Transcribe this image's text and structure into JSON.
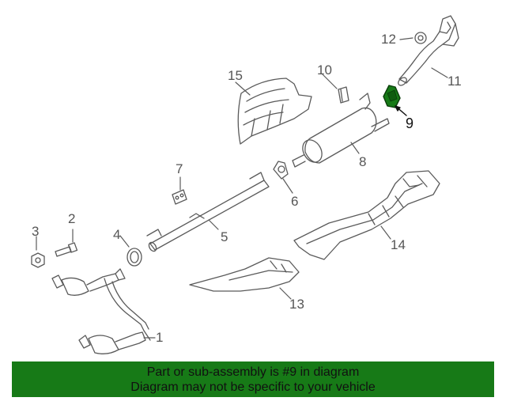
{
  "diagram": {
    "callouts": [
      {
        "id": "1",
        "label": "1"
      },
      {
        "id": "2",
        "label": "2"
      },
      {
        "id": "3",
        "label": "3"
      },
      {
        "id": "4",
        "label": "4"
      },
      {
        "id": "5",
        "label": "5"
      },
      {
        "id": "6",
        "label": "6"
      },
      {
        "id": "7",
        "label": "7"
      },
      {
        "id": "8",
        "label": "8"
      },
      {
        "id": "9",
        "label": "9"
      },
      {
        "id": "10",
        "label": "10"
      },
      {
        "id": "11",
        "label": "11"
      },
      {
        "id": "12",
        "label": "12"
      },
      {
        "id": "13",
        "label": "13"
      },
      {
        "id": "14",
        "label": "14"
      },
      {
        "id": "15",
        "label": "15"
      }
    ],
    "highlighted_part": "9",
    "highlight_color": "#177a17",
    "line_color": "#5a5a5a"
  },
  "banner": {
    "line1": "Part or sub-assembly is #9 in diagram",
    "line2": "Diagram may not be specific to your vehicle",
    "background": "#177a17"
  }
}
